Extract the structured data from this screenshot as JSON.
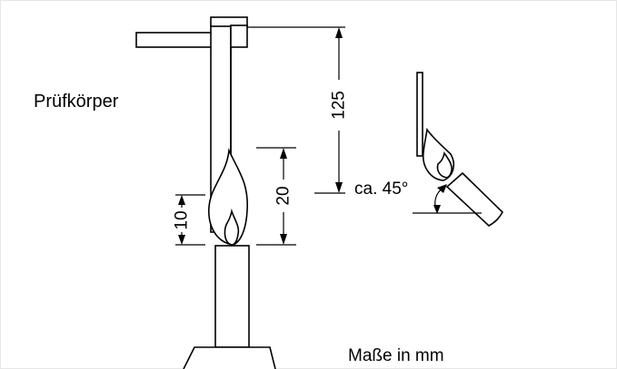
{
  "labels": {
    "specimen": "Prüfkörper",
    "dim_125": "125",
    "dim_20": "20",
    "dim_10": "10",
    "angle": "ca. 45°",
    "units": "Maße in mm"
  },
  "colors": {
    "ink": "#000000",
    "background": "#ffffff",
    "frame": "#e6e6e6"
  },
  "dimensions_mm": {
    "specimen_length": 125,
    "flame_height": 20,
    "flame_to_specimen": 10,
    "tilt_angle_deg": 45
  }
}
